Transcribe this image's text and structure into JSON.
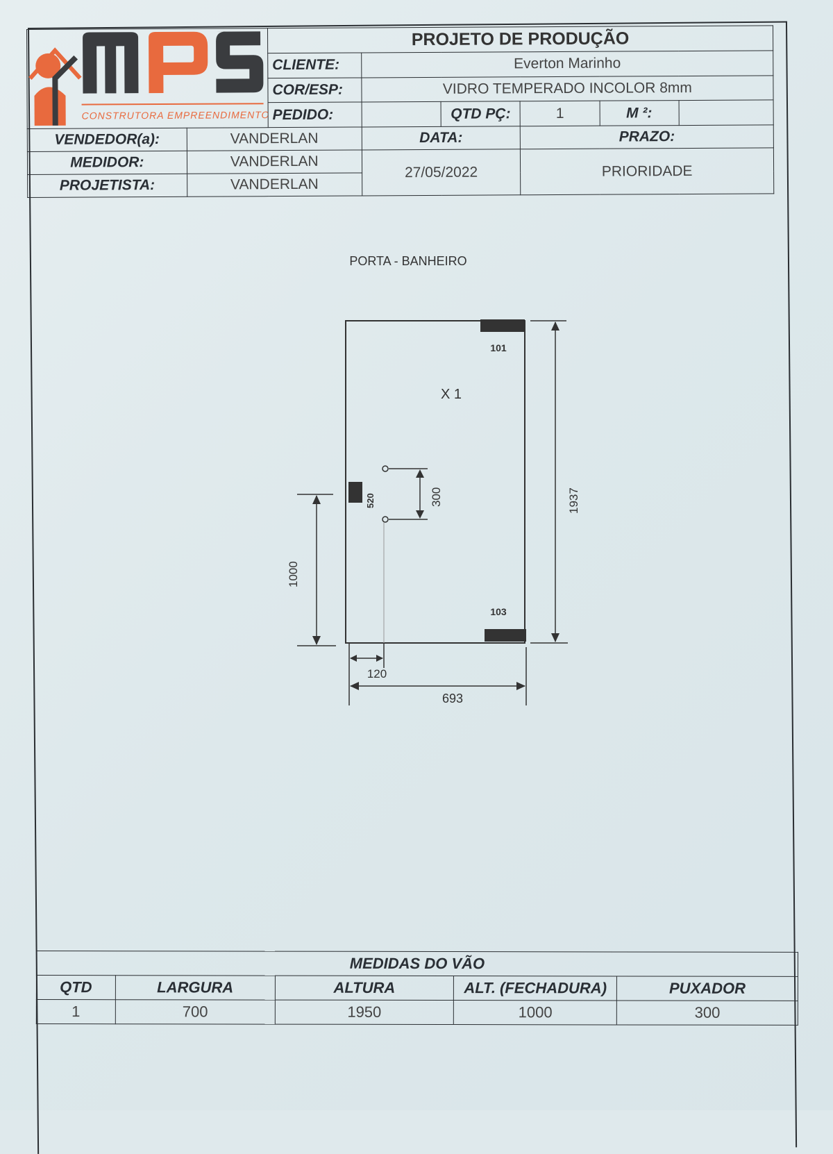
{
  "logo": {
    "letters": "MPS",
    "tagline": "CONSTRUTORA EMPREENDIMENTOS",
    "colors": {
      "orange": "#e86a3e",
      "dark": "#3a3c3f"
    }
  },
  "header": {
    "title": "PROJETO DE PRODUÇÃO",
    "cliente_label": "CLIENTE:",
    "cliente_value": "Everton Marinho",
    "cor_label": "COR/ESP:",
    "cor_value": "VIDRO TEMPERADO INCOLOR 8mm",
    "pedido_label": "PEDIDO:",
    "pedido_value": "",
    "qtd_label": "QTD PÇ:",
    "qtd_value": "1",
    "m2_label": "M ²:",
    "m2_value": "",
    "vendedor_label": "VENDEDOR(a):",
    "vendedor_value": "VANDERLAN",
    "medidor_label": "MEDIDOR:",
    "medidor_value": "VANDERLAN",
    "projetista_label": "PROJETISTA:",
    "projetista_value": "VANDERLAN",
    "data_label": "DATA:",
    "data_value": "27/05/2022",
    "prazo_label": "PRAZO:",
    "prazo_value": "PRIORIDADE"
  },
  "drawing": {
    "title": "PORTA - BANHEIRO",
    "quantity_mark": "X  1",
    "hinge_top_code": "101",
    "hinge_bottom_code": "103",
    "lock_code": "520",
    "handle_spacing": "300",
    "height": "1937",
    "lock_height": "1000",
    "handle_offset": "120",
    "width": "693"
  },
  "medidas": {
    "title": "MEDIDAS DO VÃO",
    "headers": [
      "QTD",
      "LARGURA",
      "ALTURA",
      "ALT. (FECHADURA)",
      "PUXADOR"
    ],
    "row": [
      "1",
      "700",
      "1950",
      "1000",
      "300"
    ]
  }
}
